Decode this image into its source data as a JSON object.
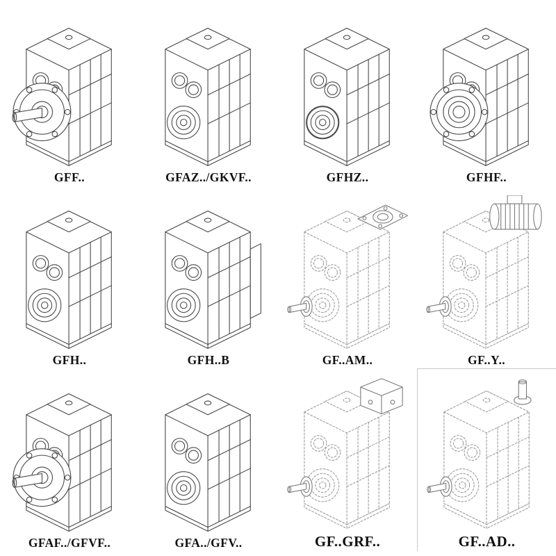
{
  "page": {
    "background": "#ffffff",
    "line_color": "#474747",
    "ghost_line_color": "#9b9b9b",
    "label_color": "#111111"
  },
  "cells": [
    {
      "label": "GFF..",
      "drawing": "gearbox-output-flange-solid-shaft"
    },
    {
      "label": "GFAZ../GKVF..",
      "drawing": "gearbox-hollow-shaft"
    },
    {
      "label": "GFHZ..",
      "drawing": "gearbox-hollow-shaft-shrink-disc"
    },
    {
      "label": "GFHF..",
      "drawing": "gearbox-output-flange-hollow-shaft"
    },
    {
      "label": "GFH..",
      "drawing": "gearbox-hollow-shaft-foot-mounted"
    },
    {
      "label": "GFH..B",
      "drawing": "gearbox-hollow-shaft-foot-mounted-b"
    },
    {
      "label": "GF..AM..",
      "drawing": "ghost-gearbox-motor-adapter-flange"
    },
    {
      "label": "GF..Y..",
      "drawing": "ghost-gearbox-with-motor"
    },
    {
      "label": "GFAF../GFVF..",
      "drawing": "gearbox-output-flange-solid-shaft"
    },
    {
      "label": "GFA../GFV..",
      "drawing": "gearbox-hollow-shaft"
    },
    {
      "label": "GF..GRF..",
      "drawing": "ghost-gearbox-input-adapter-box"
    },
    {
      "label": "GF..AD..",
      "drawing": "ghost-gearbox-top-input-shaft"
    }
  ]
}
